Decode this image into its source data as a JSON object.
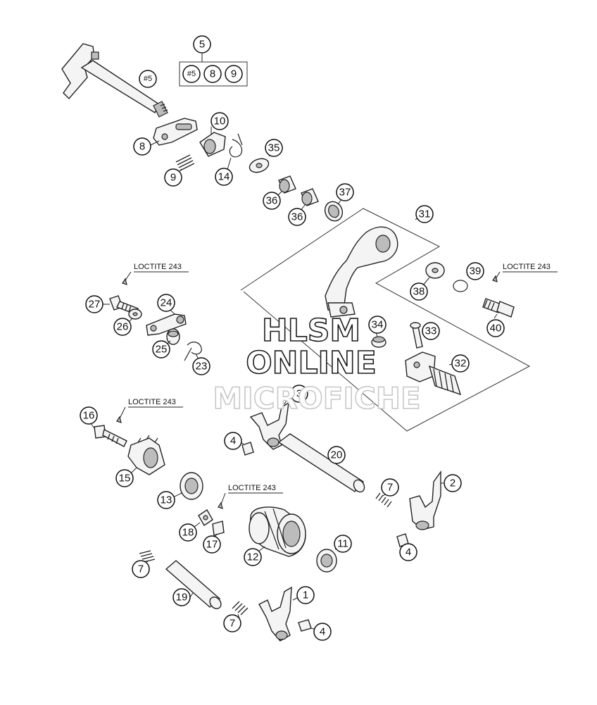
{
  "callouts": [
    {
      "id": "c5",
      "label": "5"
    },
    {
      "id": "c5b",
      "label": "#5"
    },
    {
      "id": "c8b",
      "label": "8"
    },
    {
      "id": "c9b",
      "label": "9"
    },
    {
      "id": "c5a",
      "label": "#5"
    },
    {
      "id": "c10",
      "label": "10"
    },
    {
      "id": "c8",
      "label": "8"
    },
    {
      "id": "c35",
      "label": "35"
    },
    {
      "id": "c9",
      "label": "9"
    },
    {
      "id": "c14",
      "label": "14"
    },
    {
      "id": "c36a",
      "label": "36"
    },
    {
      "id": "c37",
      "label": "37"
    },
    {
      "id": "c36b",
      "label": "36"
    },
    {
      "id": "c31",
      "label": "31"
    },
    {
      "id": "c39",
      "label": "39"
    },
    {
      "id": "c38",
      "label": "38"
    },
    {
      "id": "c27",
      "label": "27"
    },
    {
      "id": "c24",
      "label": "24"
    },
    {
      "id": "c26",
      "label": "26"
    },
    {
      "id": "c40",
      "label": "40"
    },
    {
      "id": "c34",
      "label": "34"
    },
    {
      "id": "c33",
      "label": "33"
    },
    {
      "id": "c25",
      "label": "25"
    },
    {
      "id": "c23",
      "label": "23"
    },
    {
      "id": "c32",
      "label": "32"
    },
    {
      "id": "c3",
      "label": "3"
    },
    {
      "id": "c16",
      "label": "16"
    },
    {
      "id": "c4a",
      "label": "4"
    },
    {
      "id": "c20",
      "label": "20"
    },
    {
      "id": "c15",
      "label": "15"
    },
    {
      "id": "c7a",
      "label": "7"
    },
    {
      "id": "c2",
      "label": "2"
    },
    {
      "id": "c13",
      "label": "13"
    },
    {
      "id": "c18",
      "label": "18"
    },
    {
      "id": "c17",
      "label": "17"
    },
    {
      "id": "c11",
      "label": "11"
    },
    {
      "id": "c4b",
      "label": "4"
    },
    {
      "id": "c12",
      "label": "12"
    },
    {
      "id": "c7b",
      "label": "7"
    },
    {
      "id": "c1",
      "label": "1"
    },
    {
      "id": "c19",
      "label": "19"
    },
    {
      "id": "c7c",
      "label": "7"
    },
    {
      "id": "c4c",
      "label": "4"
    }
  ],
  "loctite_labels": [
    "LOCTITE 243",
    "LOCTITE 243",
    "LOCTITE 243",
    "LOCTITE 243"
  ],
  "watermark": {
    "line1": "HLSM",
    "line2": "ONLINE",
    "line3": "MICROFICHE"
  }
}
